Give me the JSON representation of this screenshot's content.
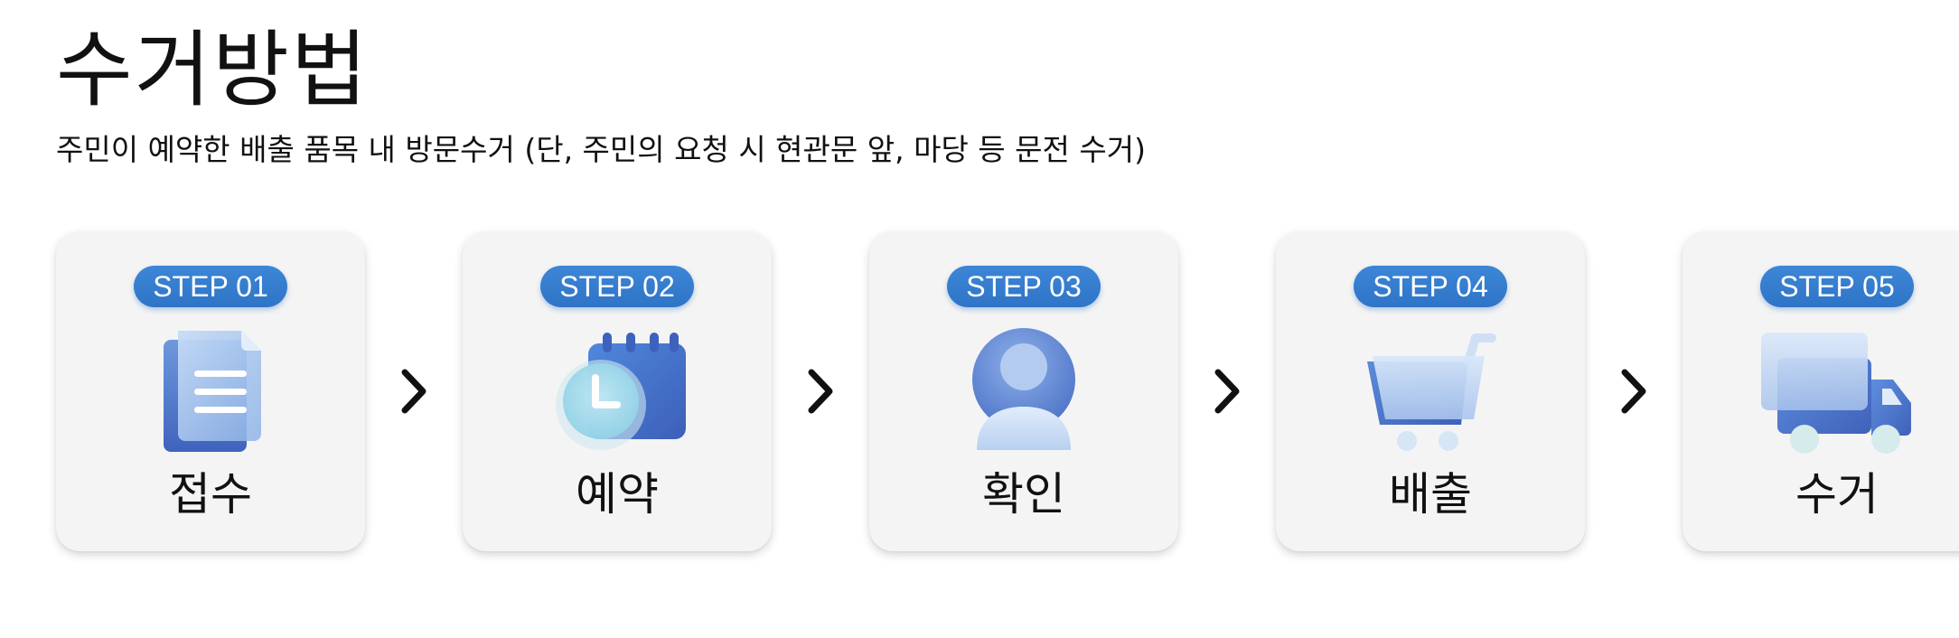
{
  "page": {
    "title": "수거방법",
    "subtitle": "주민이 예약한 배출 품목 내 방문수거 (단, 주민의 요청 시 현관문 앞, 마당 등 문전 수거)"
  },
  "steps": [
    {
      "badge": "STEP 01",
      "label": "접수",
      "icon": "document-icon"
    },
    {
      "badge": "STEP 02",
      "label": "예약",
      "icon": "calendar-clock-icon"
    },
    {
      "badge": "STEP 03",
      "label": "확인",
      "icon": "user-icon"
    },
    {
      "badge": "STEP 04",
      "label": "배출",
      "icon": "shopping-cart-icon"
    },
    {
      "badge": "STEP 05",
      "label": "수거",
      "icon": "truck-icon"
    }
  ],
  "colors": {
    "badge": "#3380d0",
    "card": "#f4f4f4",
    "icon_dark": "#4a6fc2",
    "icon_light": "#aac8ec"
  }
}
